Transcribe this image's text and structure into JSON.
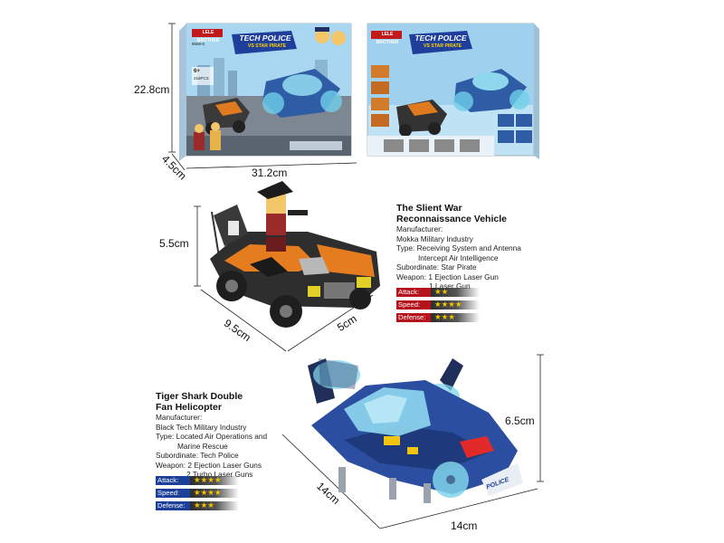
{
  "box_front": {
    "brand": "LELE BROTHER",
    "series": "TECH POLICE",
    "subtitle": "VS STAR PIRATE",
    "item_number": "8558-6",
    "age": "6+",
    "pieces": "218PCS"
  },
  "box_back": {
    "brand": "LELE BROTHER",
    "series": "TECH POLICE",
    "subtitle": "VS STAR PIRATE"
  },
  "box_dims": {
    "height": "22.8cm",
    "depth": "4.5cm",
    "width": "31.2cm"
  },
  "vehicle": {
    "dims": {
      "height": "5.5cm",
      "length": "9.5cm",
      "width": "5cm"
    },
    "title_line1": "The Slient War",
    "title_line2": "Reconnaissance Vehicle",
    "manufacturer_label": "Manufacturer:",
    "manufacturer": "Mokka Military Industry",
    "type_line1": "Type: Receiving System and Antenna",
    "type_line2": "Intercept Air Intelligence",
    "subordinate": "Subordinate: Star Pirate",
    "weapon_line1": "Weapon: 1 Ejection Laser Gun",
    "weapon_line2": "1 Laser Gun",
    "stats": [
      {
        "label": "Attack:",
        "stars": "★★"
      },
      {
        "label": "Speed:",
        "stars": "★★★★"
      },
      {
        "label": "Defense:",
        "stars": "★★★"
      }
    ]
  },
  "helicopter": {
    "dims": {
      "height": "6.5cm",
      "length": "14cm",
      "width": "14cm"
    },
    "title_line1": "Tiger Shark Double",
    "title_line2": "Fan Helicopter",
    "manufacturer_label": "Manufacturer:",
    "manufacturer": "Black Tech Military Industry",
    "type_line1": "Type: Located Air Operations and",
    "type_line2": "Marine Rescue",
    "subordinate": "Subordinate: Tech Police",
    "weapon_line1": "Weapon: 2 Ejection Laser Guns",
    "weapon_line2": "2 Turbo Laser Guns",
    "decal": "POLICE",
    "stats": [
      {
        "label": "Attack:",
        "stars": "★★★★"
      },
      {
        "label": "Speed:",
        "stars": "★★★★"
      },
      {
        "label": "Defense:",
        "stars": "★★★"
      }
    ]
  }
}
